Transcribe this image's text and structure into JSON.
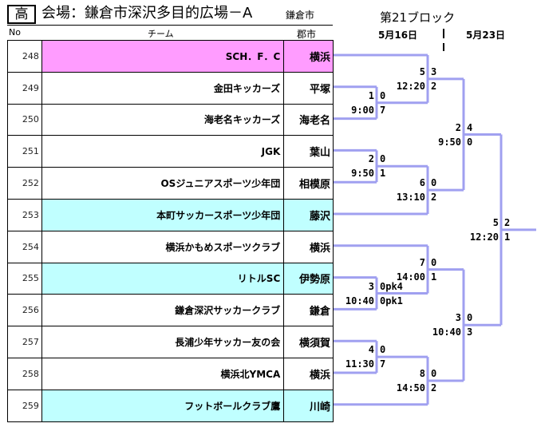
{
  "header": {
    "grade": "高",
    "venue": "会場：鎌倉市深沢多目的広場－A",
    "venue_city": "鎌倉市",
    "col_no": "No",
    "col_team": "チーム",
    "col_city": "郡市",
    "block_title": "第21ブロック",
    "date1": "5月16日",
    "date2": "5月23日"
  },
  "colors": {
    "line": "#a0a0f0",
    "pink": "#ff9cff",
    "cyan": "#c0ffff"
  },
  "teams": [
    {
      "no": "248",
      "name": "SCH．F．C",
      "city": "横浜",
      "highlight": "pink"
    },
    {
      "no": "249",
      "name": "金田キッカーズ",
      "city": "平塚",
      "highlight": ""
    },
    {
      "no": "250",
      "name": "海老名キッカーズ",
      "city": "海老名",
      "highlight": ""
    },
    {
      "no": "251",
      "name": "JGK",
      "city": "葉山",
      "highlight": ""
    },
    {
      "no": "252",
      "name": "OSジュニアスポーツ少年団",
      "city": "相模原",
      "highlight": ""
    },
    {
      "no": "253",
      "name": "本町サッカースポーツ少年団",
      "city": "藤沢",
      "highlight": "cyan"
    },
    {
      "no": "254",
      "name": "横浜かもめスポーツクラブ",
      "city": "横浜",
      "highlight": ""
    },
    {
      "no": "255",
      "name": "リトルSC",
      "city": "伊勢原",
      "highlight": "cyan"
    },
    {
      "no": "256",
      "name": "鎌倉深沢サッカークラブ",
      "city": "鎌倉",
      "highlight": ""
    },
    {
      "no": "257",
      "name": "長浦少年サッカー友の会",
      "city": "横須賀",
      "highlight": ""
    },
    {
      "no": "258",
      "name": "横浜北YMCA",
      "city": "横浜",
      "highlight": ""
    },
    {
      "no": "259",
      "name": "フットボールクラブ鷹",
      "city": "川崎",
      "highlight": "cyan"
    }
  ],
  "matches": [
    {
      "id": "m1",
      "num": "1",
      "time": "9:00",
      "score_top": "0",
      "score_bottom": "7"
    },
    {
      "id": "m2",
      "num": "2",
      "time": "9:50",
      "score_top": "0",
      "score_bottom": "1"
    },
    {
      "id": "m3",
      "num": "3",
      "time": "10:40",
      "score_top": "0pk4",
      "score_bottom": "0pk1"
    },
    {
      "id": "m4",
      "num": "4",
      "time": "11:30",
      "score_top": "0",
      "score_bottom": "7"
    },
    {
      "id": "m5",
      "num": "5",
      "time": "12:20",
      "score_top": "3",
      "score_bottom": "2"
    },
    {
      "id": "m6",
      "num": "6",
      "time": "13:10",
      "score_top": "0",
      "score_bottom": "2"
    },
    {
      "id": "m7",
      "num": "7",
      "time": "14:00",
      "score_top": "0",
      "score_bottom": "1"
    },
    {
      "id": "m8",
      "num": "8",
      "time": "14:50",
      "score_top": "0",
      "score_bottom": "2"
    },
    {
      "id": "sf1",
      "num": "2",
      "time": "9:50",
      "score_top": "4",
      "score_bottom": "0"
    },
    {
      "id": "sf2",
      "num": "3",
      "time": "10:40",
      "score_top": "0",
      "score_bottom": "3"
    },
    {
      "id": "final",
      "num": "5",
      "time": "12:20",
      "score_top": "2",
      "score_bottom": "1"
    }
  ]
}
